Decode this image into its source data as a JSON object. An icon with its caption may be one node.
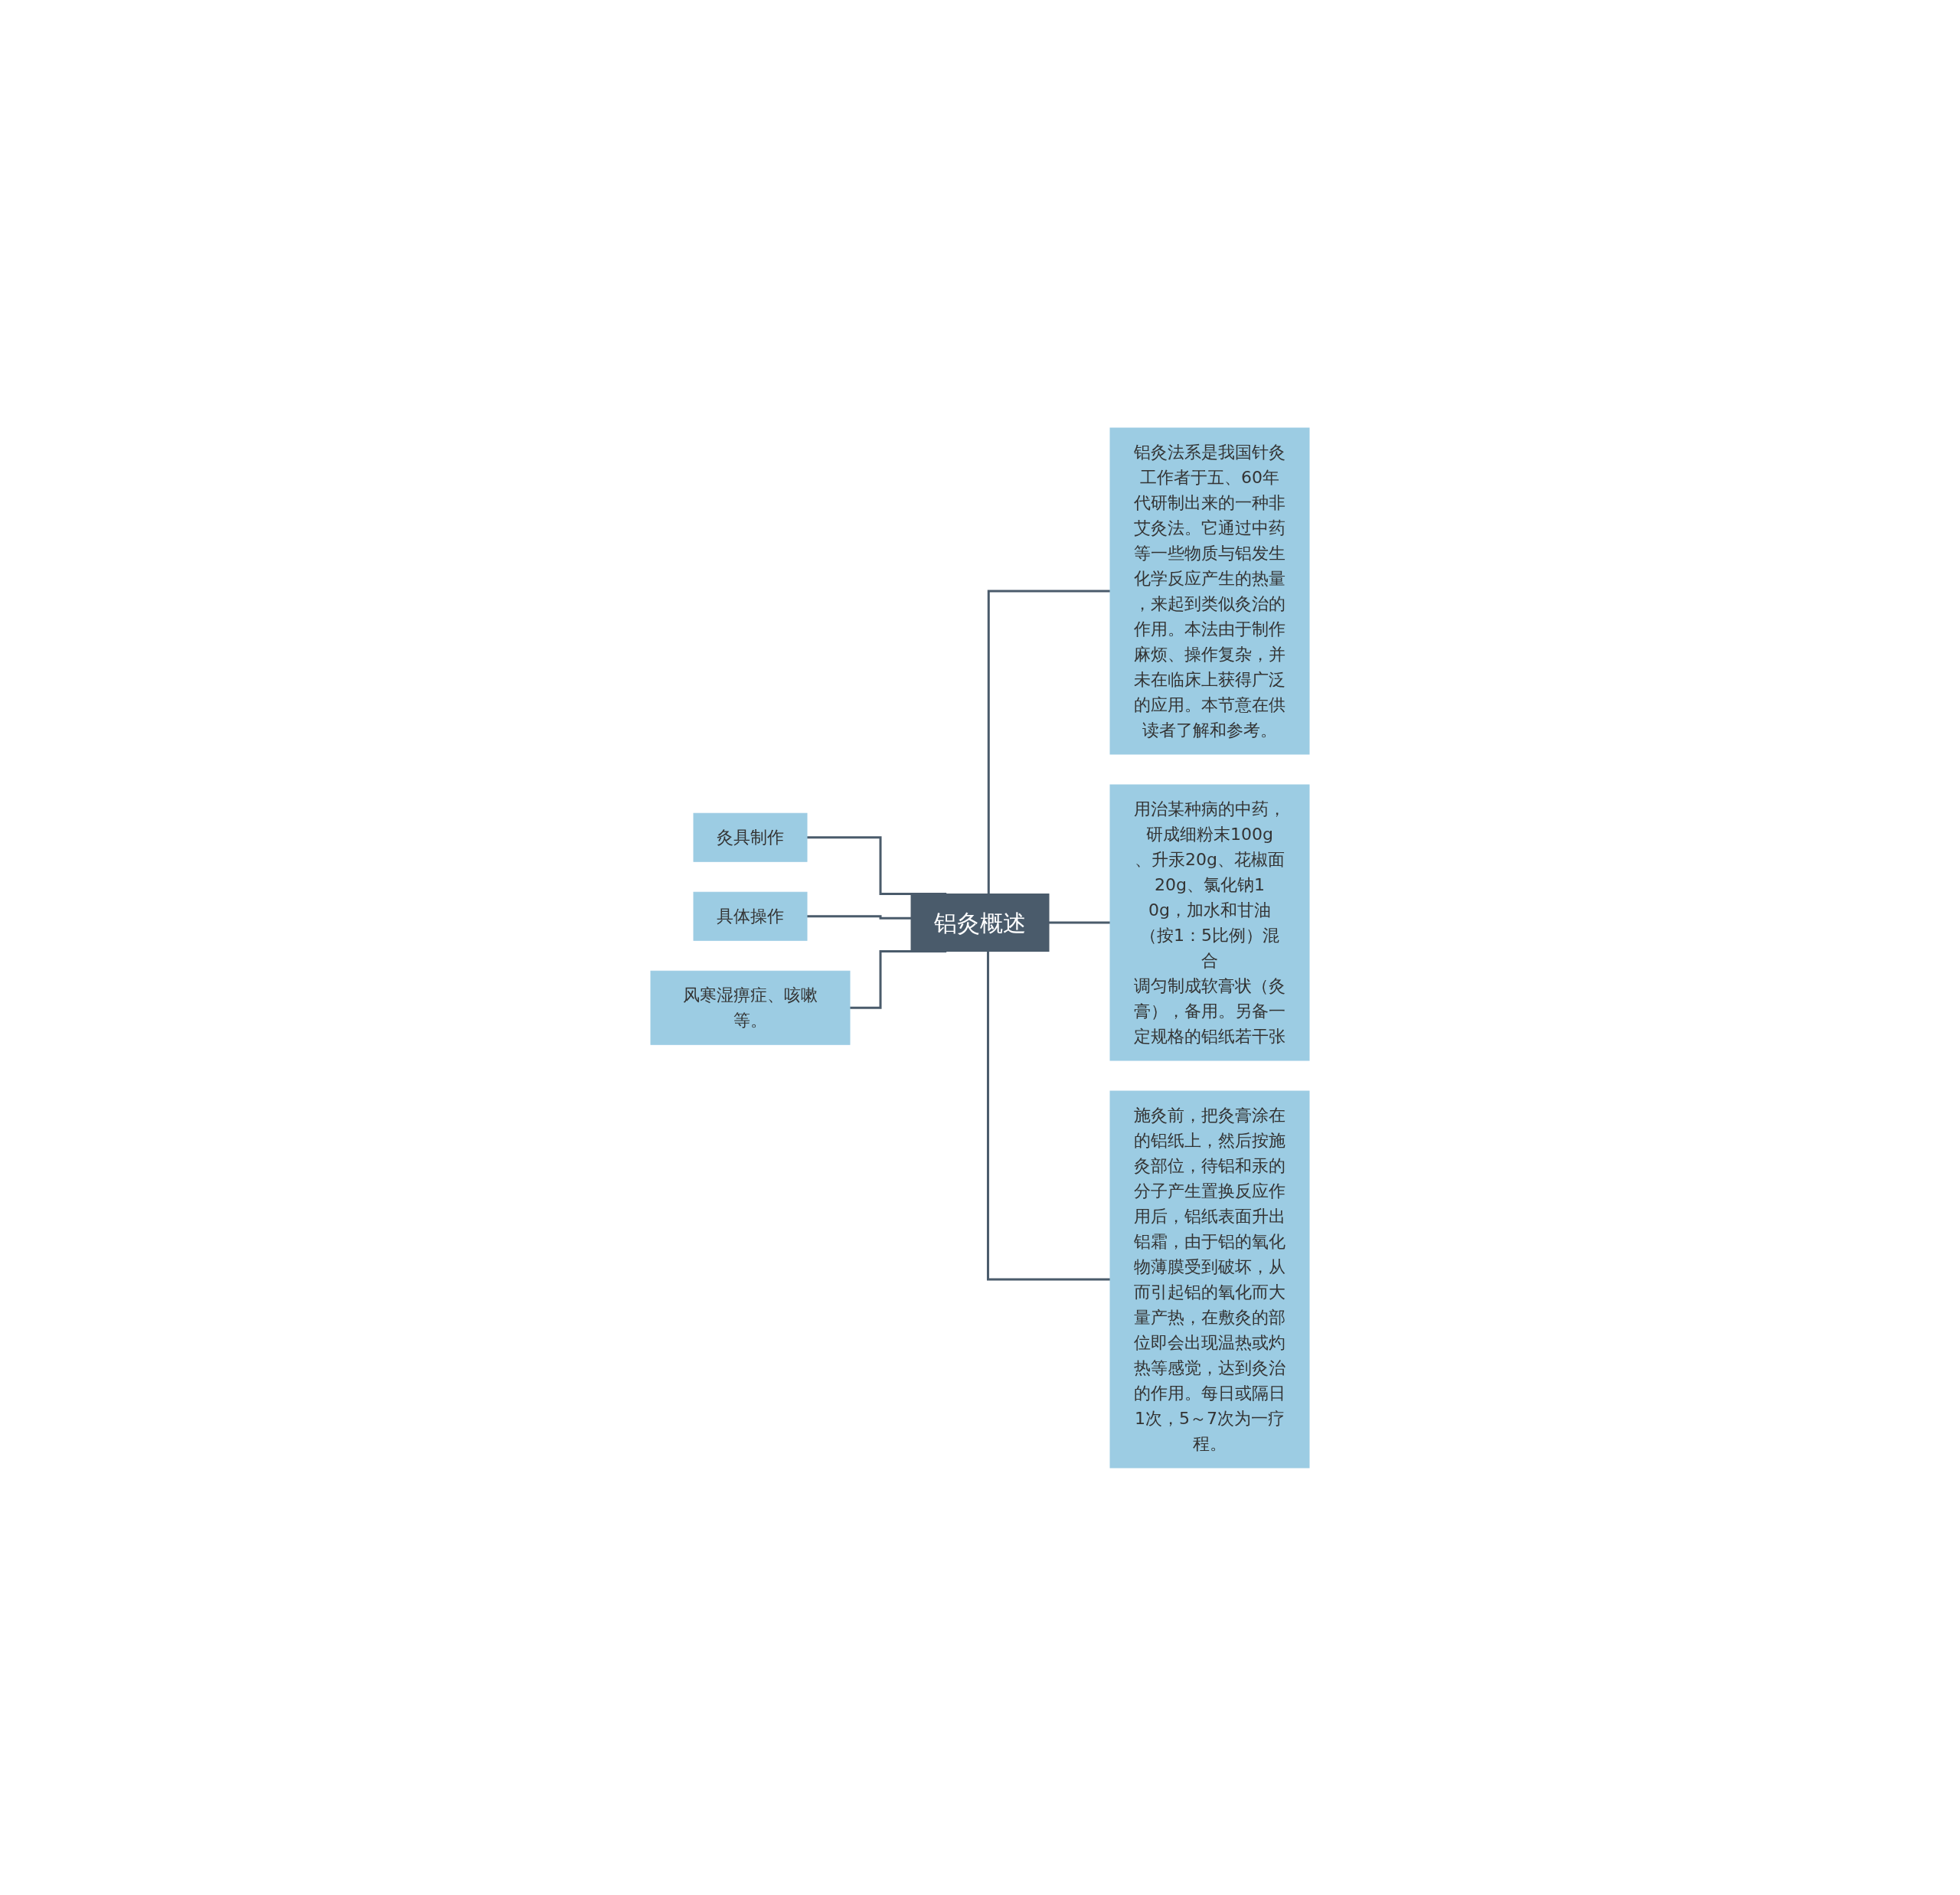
{
  "diagram": {
    "nodes": [
      {
        "text": [
          "铝灸概述"
        ]
      },
      {
        "text": [
          "灸具制作"
        ]
      },
      {
        "text": [
          "具体操作"
        ]
      },
      {
        "text": [
          "风寒湿痹症、咳嗽等。"
        ]
      },
      {
        "text": [
          "铝灸法系是我国针灸工作者于五、60年代研制出来的一种非艾灸法。它通过中药等一些物质与铝发生化学反应产生的热量，来起到类似灸治的作用。本法由于制作麻烦、操作复杂，并未在临床上获得广泛的应用。本节意在供读者了解和参考。"
        ]
      },
      {
        "text": [
          "用治某种病的中药，研成细粉末100g、升汞20g、花椒面20g、氯化钠10g，加水和甘油（按1：5比例）混合调匀制成软膏状（灸膏），备用。另备一定规格的铝纸若干张"
        ]
      },
      {
        "text": [
          "施灸前，把灸膏涂在的铝纸上，然后按施灸部位，待铝和汞的分子产生置换反应作用后，铝纸表面升出铝霜，由于铝的氧化物薄膜受到破坏，从而引起铝的氧化而大量产热，在敷灸的部位即会出现温热或灼热等感觉，达到灸治的作用。每日或隔日1次，5～7次为一疗程。"
        ]
      }
    ],
    "edges": [
      {
        "from": 1,
        "to": 0,
        "arrow": "none"
      },
      {
        "from": 2,
        "to": 0,
        "arrow": "none"
      },
      {
        "from": 3,
        "to": 0,
        "arrow": "none"
      },
      {
        "from": 0,
        "to": 4,
        "arrow": "none"
      },
      {
        "from": 0,
        "to": 5,
        "arrow": "none"
      },
      {
        "from": 0,
        "to": 6,
        "arrow": "none"
      }
    ]
  }
}
